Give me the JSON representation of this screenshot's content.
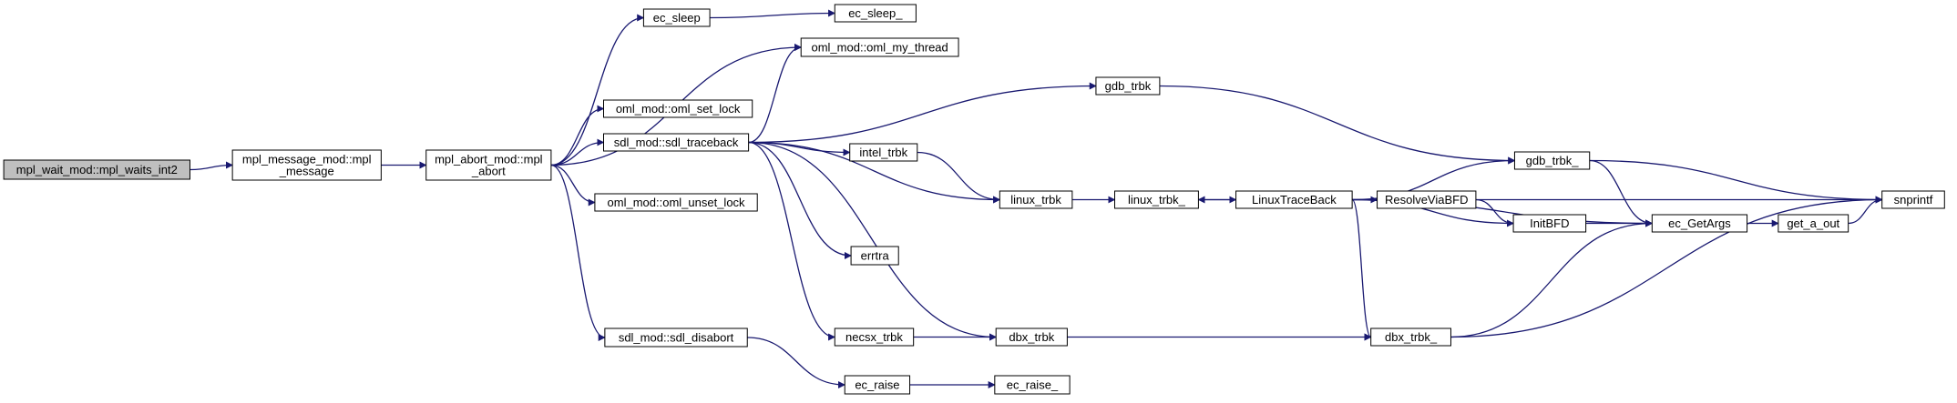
{
  "nodes": [
    {
      "id": "root",
      "lines": [
        "mpl_wait_mod::mpl_waits_int2"
      ],
      "root": true
    },
    {
      "id": "mpl_message",
      "lines": [
        "mpl_message_mod::mpl",
        "_message"
      ]
    },
    {
      "id": "mpl_abort",
      "lines": [
        "mpl_abort_mod::mpl",
        "_abort"
      ]
    },
    {
      "id": "ec_sleep",
      "lines": [
        "ec_sleep"
      ]
    },
    {
      "id": "ec_sleep_",
      "lines": [
        "ec_sleep_"
      ]
    },
    {
      "id": "oml_my_thread",
      "lines": [
        "oml_mod::oml_my_thread"
      ]
    },
    {
      "id": "oml_set_lock",
      "lines": [
        "oml_mod::oml_set_lock"
      ]
    },
    {
      "id": "sdl_traceback",
      "lines": [
        "sdl_mod::sdl_traceback"
      ]
    },
    {
      "id": "oml_unset_lock",
      "lines": [
        "oml_mod::oml_unset_lock"
      ]
    },
    {
      "id": "sdl_disabort",
      "lines": [
        "sdl_mod::sdl_disabort"
      ]
    },
    {
      "id": "gdb_trbk",
      "lines": [
        "gdb_trbk"
      ]
    },
    {
      "id": "intel_trbk",
      "lines": [
        "intel_trbk"
      ]
    },
    {
      "id": "linux_trbk",
      "lines": [
        "linux_trbk"
      ]
    },
    {
      "id": "linux_trbk_",
      "lines": [
        "linux_trbk_"
      ]
    },
    {
      "id": "errtra",
      "lines": [
        "errtra"
      ]
    },
    {
      "id": "necsx_trbk",
      "lines": [
        "necsx_trbk"
      ]
    },
    {
      "id": "dbx_trbk",
      "lines": [
        "dbx_trbk"
      ]
    },
    {
      "id": "ec_raise",
      "lines": [
        "ec_raise"
      ]
    },
    {
      "id": "ec_raise_",
      "lines": [
        "ec_raise_"
      ]
    },
    {
      "id": "LinuxTraceBack",
      "lines": [
        "LinuxTraceBack"
      ]
    },
    {
      "id": "ResolveViaBFD",
      "lines": [
        "ResolveViaBFD"
      ]
    },
    {
      "id": "gdb_trbk_",
      "lines": [
        "gdb_trbk_"
      ]
    },
    {
      "id": "InitBFD",
      "lines": [
        "InitBFD"
      ]
    },
    {
      "id": "dbx_trbk_",
      "lines": [
        "dbx_trbk_"
      ]
    },
    {
      "id": "ec_GetArgs",
      "lines": [
        "ec_GetArgs"
      ]
    },
    {
      "id": "get_a_out",
      "lines": [
        "get_a_out"
      ]
    },
    {
      "id": "snprintf",
      "lines": [
        "snprintf"
      ]
    }
  ],
  "edges": [
    [
      "root",
      "mpl_message"
    ],
    [
      "mpl_message",
      "mpl_abort"
    ],
    [
      "mpl_abort",
      "ec_sleep"
    ],
    [
      "mpl_abort",
      "oml_my_thread"
    ],
    [
      "mpl_abort",
      "oml_set_lock"
    ],
    [
      "mpl_abort",
      "sdl_traceback"
    ],
    [
      "mpl_abort",
      "oml_unset_lock"
    ],
    [
      "mpl_abort",
      "sdl_disabort"
    ],
    [
      "ec_sleep",
      "ec_sleep_"
    ],
    [
      "sdl_traceback",
      "oml_my_thread"
    ],
    [
      "sdl_traceback",
      "gdb_trbk"
    ],
    [
      "sdl_traceback",
      "intel_trbk"
    ],
    [
      "sdl_traceback",
      "linux_trbk"
    ],
    [
      "sdl_traceback",
      "errtra"
    ],
    [
      "sdl_traceback",
      "necsx_trbk"
    ],
    [
      "sdl_traceback",
      "dbx_trbk"
    ],
    [
      "sdl_disabort",
      "ec_raise"
    ],
    [
      "ec_raise",
      "ec_raise_"
    ],
    [
      "gdb_trbk",
      "gdb_trbk_"
    ],
    [
      "intel_trbk",
      "linux_trbk"
    ],
    [
      "linux_trbk",
      "linux_trbk_"
    ],
    [
      "necsx_trbk",
      "dbx_trbk"
    ],
    [
      "dbx_trbk",
      "dbx_trbk_"
    ],
    [
      "linux_trbk_",
      "LinuxTraceBack"
    ],
    [
      "LinuxTraceBack",
      "linux_trbk_"
    ],
    [
      "LinuxTraceBack",
      "gdb_trbk_"
    ],
    [
      "LinuxTraceBack",
      "ResolveViaBFD"
    ],
    [
      "LinuxTraceBack",
      "InitBFD"
    ],
    [
      "LinuxTraceBack",
      "ec_GetArgs"
    ],
    [
      "LinuxTraceBack",
      "dbx_trbk_"
    ],
    [
      "LinuxTraceBack",
      "snprintf"
    ],
    [
      "ResolveViaBFD",
      "InitBFD"
    ],
    [
      "gdb_trbk_",
      "ec_GetArgs"
    ],
    [
      "gdb_trbk_",
      "snprintf"
    ],
    [
      "InitBFD",
      "ec_GetArgs"
    ],
    [
      "dbx_trbk_",
      "ec_GetArgs"
    ],
    [
      "dbx_trbk_",
      "snprintf"
    ],
    [
      "ec_GetArgs",
      "get_a_out"
    ],
    [
      "get_a_out",
      "snprintf"
    ]
  ],
  "colors": {
    "edge": "#191970",
    "node_border": "#000000",
    "node_fill": "#ffffff",
    "root_fill": "#bfbfbf"
  }
}
